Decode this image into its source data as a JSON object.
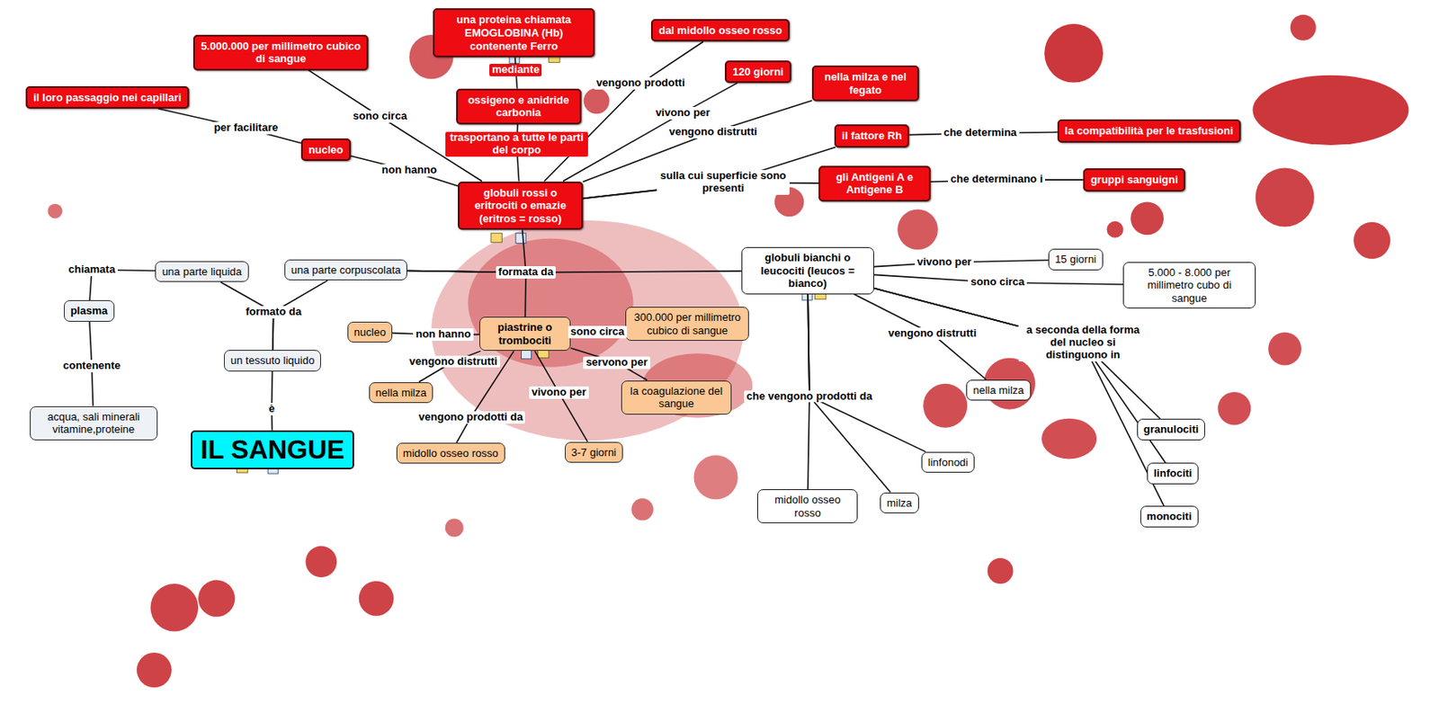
{
  "diagram": {
    "nodes": [
      {
        "text": [
          "IL SANGUE"
        ]
      },
      {
        "text": [
          "un tessuto liquido"
        ]
      },
      {
        "text": [
          "una parte liquida"
        ]
      },
      {
        "text": [
          "una parte corpuscolata"
        ]
      },
      {
        "text": [
          "plasma"
        ]
      },
      {
        "text": [
          "acqua, sali minerali vitamine,proteine"
        ]
      },
      {
        "text": [
          "globuli rossi o eritrociti o emazie (eritros = rosso)"
        ]
      },
      {
        "text": [
          "5.000.000 per millimetro cubico di sangue"
        ]
      },
      {
        "text": [
          "il loro passaggio nei capillari"
        ]
      },
      {
        "text": [
          "nucleo"
        ]
      },
      {
        "text": [
          "una proteina chiamata EMOGLOBINA (Hb) contenente Ferro"
        ]
      },
      {
        "text": [
          "ossigeno e anidride carbonia"
        ]
      },
      {
        "text": [
          "dal midollo osseo rosso"
        ]
      },
      {
        "text": [
          "120 giorni"
        ]
      },
      {
        "text": [
          "nella milza e nel fegato"
        ]
      },
      {
        "text": [
          "il fattore Rh"
        ]
      },
      {
        "text": [
          "gli Antigeni A e Antigene B"
        ]
      },
      {
        "text": [
          "la compatibilità per le trasfusioni"
        ]
      },
      {
        "text": [
          "gruppi sanguigni"
        ]
      },
      {
        "text": [
          "piastrine o trombociti"
        ]
      },
      {
        "text": [
          "nucleo"
        ]
      },
      {
        "text": [
          "300.000 per millimetro cubico di sangue"
        ]
      },
      {
        "text": [
          "nella milza"
        ]
      },
      {
        "text": [
          "la coagulazione del sangue"
        ]
      },
      {
        "text": [
          "midollo osseo rosso"
        ]
      },
      {
        "text": [
          "3-7 giorni"
        ]
      },
      {
        "text": [
          "globuli bianchi o leucociti (leucos = bianco)"
        ]
      },
      {
        "text": [
          "15 giorni"
        ]
      },
      {
        "text": [
          "5.000 - 8.000 per millimetro cubo di sangue"
        ]
      },
      {
        "text": [
          "nella milza"
        ]
      },
      {
        "text": [
          "linfonodi"
        ]
      },
      {
        "text": [
          "milza"
        ]
      },
      {
        "text": [
          "midollo osseo rosso"
        ]
      },
      {
        "text": [
          "granulociti"
        ]
      },
      {
        "text": [
          "linfociti"
        ]
      },
      {
        "text": [
          "monociti"
        ]
      }
    ],
    "edges": [
      {
        "from": 0,
        "to": 1,
        "label": "è",
        "arrow": "none"
      },
      {
        "from": 1,
        "to": 2,
        "label": "formato da",
        "arrow": "none"
      },
      {
        "from": 1,
        "to": 3,
        "arrow": "none"
      },
      {
        "from": 2,
        "to": 4,
        "label": "chiamata",
        "arrow": "none"
      },
      {
        "from": 4,
        "to": 5,
        "label": "contenente",
        "arrow": "none"
      },
      {
        "from": 3,
        "to": 6,
        "label": "formata da",
        "arrow": "none"
      },
      {
        "from": 3,
        "to": 19,
        "arrow": "none"
      },
      {
        "from": 3,
        "to": 26,
        "arrow": "none"
      },
      {
        "from": 6,
        "to": 7,
        "label": "sono circa",
        "arrow": "none"
      },
      {
        "from": 6,
        "to": 9,
        "label": "non hanno",
        "arrow": "none"
      },
      {
        "from": 9,
        "to": 8,
        "label": "per facilitare",
        "arrow": "none"
      },
      {
        "from": 6,
        "to": 11,
        "label": "trasportano a tutte le parti del corpo",
        "arrow": "none"
      },
      {
        "from": 11,
        "to": 10,
        "label": "mediante",
        "arrow": "none"
      },
      {
        "from": 6,
        "to": 12,
        "label": "vengono prodotti",
        "arrow": "none"
      },
      {
        "from": 6,
        "to": 13,
        "label": "vivono per",
        "arrow": "none"
      },
      {
        "from": 6,
        "to": 14,
        "label": "vengono distrutti",
        "arrow": "none"
      },
      {
        "from": 6,
        "to": 15,
        "label": "sulla cui superficie sono presenti",
        "arrow": "none"
      },
      {
        "from": 6,
        "to": 16,
        "arrow": "none"
      },
      {
        "from": 15,
        "to": 17,
        "label": "che determina",
        "arrow": "none"
      },
      {
        "from": 16,
        "to": 18,
        "label": "che determinano i",
        "arrow": "none"
      },
      {
        "from": 19,
        "to": 20,
        "label": "non hanno",
        "arrow": "none"
      },
      {
        "from": 19,
        "to": 21,
        "label": "sono circa",
        "arrow": "none"
      },
      {
        "from": 19,
        "to": 22,
        "label": "vengono distrutti",
        "arrow": "none"
      },
      {
        "from": 19,
        "to": 23,
        "label": "servono per",
        "arrow": "none"
      },
      {
        "from": 19,
        "to": 24,
        "label": "vengono prodotti da",
        "arrow": "none"
      },
      {
        "from": 19,
        "to": 25,
        "label": "vivono per",
        "arrow": "none"
      },
      {
        "from": 26,
        "to": 27,
        "label": "vivono per",
        "arrow": "none"
      },
      {
        "from": 26,
        "to": 28,
        "label": "sono circa",
        "arrow": "none"
      },
      {
        "from": 26,
        "to": 29,
        "label": "vengono distrutti",
        "arrow": "none"
      },
      {
        "from": 26,
        "to": 33,
        "label": "a seconda della forma del nucleo si distinguono in",
        "arrow": "none"
      },
      {
        "from": 26,
        "to": 34,
        "arrow": "none"
      },
      {
        "from": 26,
        "to": 35,
        "arrow": "none"
      },
      {
        "from": 26,
        "to": 30,
        "label": "che vengono prodotti da",
        "arrow": "none"
      },
      {
        "from": 26,
        "to": 31,
        "arrow": "none"
      },
      {
        "from": 26,
        "to": 32,
        "arrow": "none"
      }
    ]
  }
}
